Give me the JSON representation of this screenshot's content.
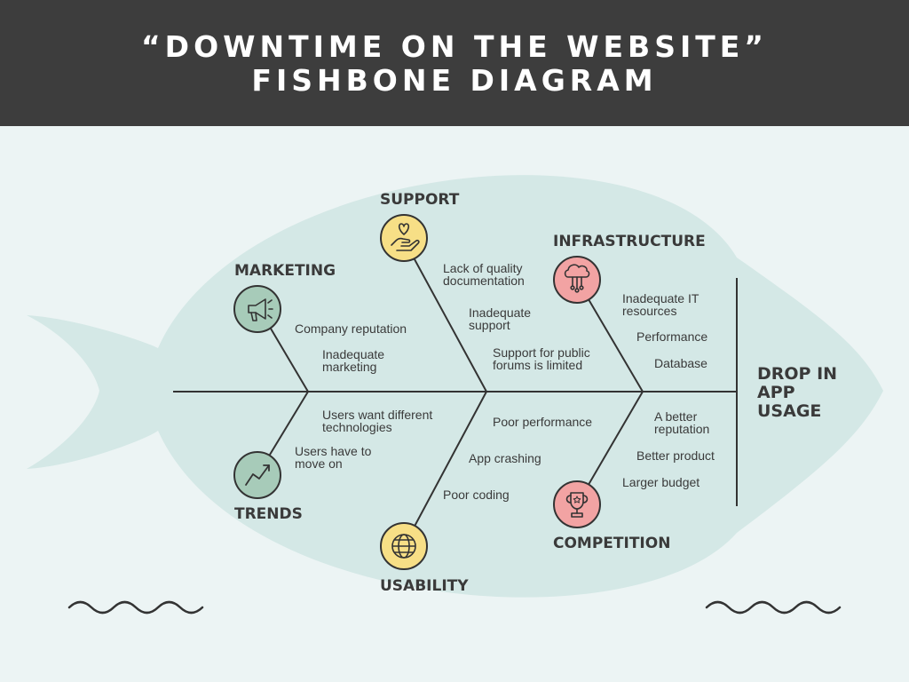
{
  "title": {
    "line1": "“DOWNTIME ON THE WEBSITE”",
    "line2": "FISHBONE DIAGRAM"
  },
  "effect": "DROP IN APP USAGE",
  "categories": [
    {
      "name": "SUPPORT",
      "icon": "hand-heart-icon",
      "color": "#f7df86",
      "causes": [
        "Lack of quality documentation",
        "Inadequate support",
        "Support for public forums is limited"
      ]
    },
    {
      "name": "MARKETING",
      "icon": "megaphone-icon",
      "color": "#a7cbb9",
      "causes": [
        "Company reputation",
        "Inadequate marketing"
      ]
    },
    {
      "name": "INFRASTRUCTURE",
      "icon": "cloud-network-icon",
      "color": "#f2a3a3",
      "causes": [
        "Inadequate IT resources",
        "Performance",
        "Database"
      ]
    },
    {
      "name": "TRENDS",
      "icon": "trending-up-icon",
      "color": "#a7cbb9",
      "causes": [
        "Users want different technologies",
        "Users have to move on"
      ]
    },
    {
      "name": "USABILITY",
      "icon": "globe-icon",
      "color": "#f7df86",
      "causes": [
        "Poor performance",
        "App crashing",
        "Poor coding"
      ]
    },
    {
      "name": "COMPETITION",
      "icon": "trophy-icon",
      "color": "#f2a3a3",
      "causes": [
        "A better reputation",
        "Better product",
        "Larger budget"
      ]
    }
  ]
}
